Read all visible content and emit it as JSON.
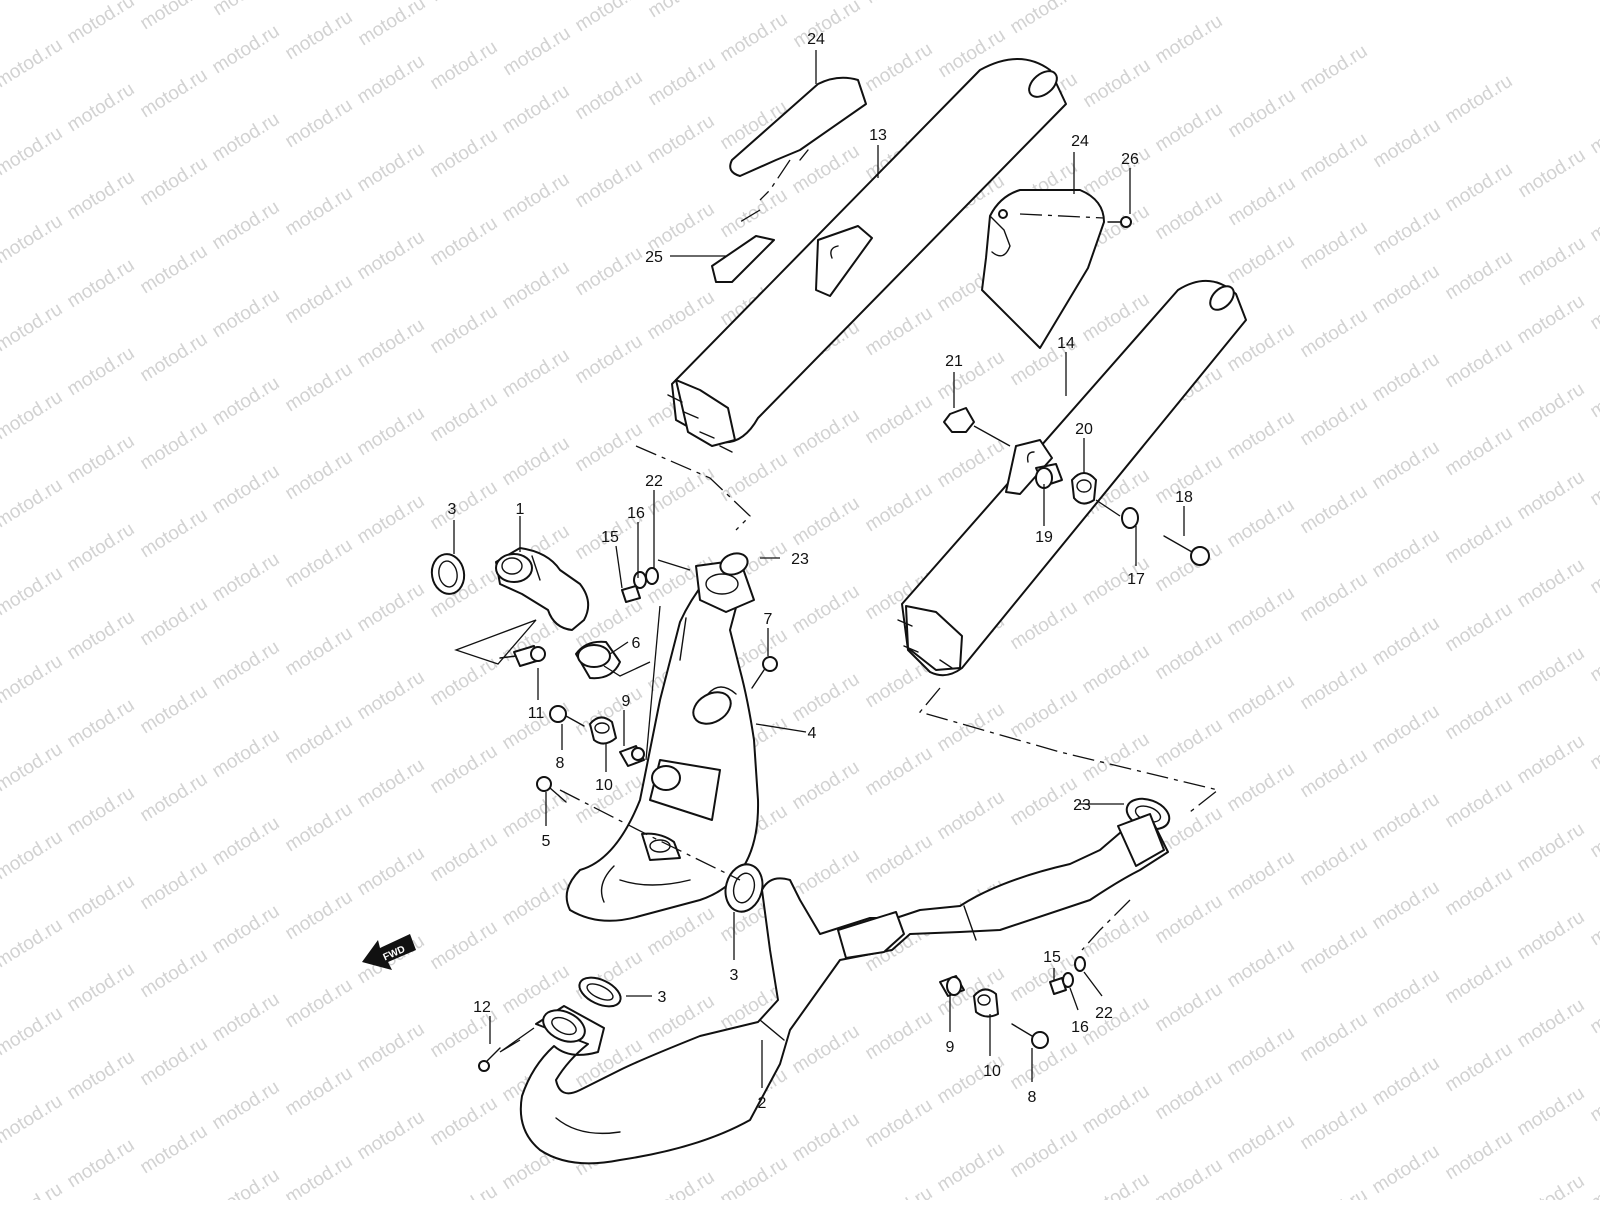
{
  "watermark": {
    "text": "motod.ru"
  },
  "fwd_label": "FWD",
  "callouts": [
    "1",
    "2",
    "3",
    "4",
    "5",
    "6",
    "7",
    "8",
    "9",
    "10",
    "11",
    "12",
    "13",
    "14",
    "15",
    "16",
    "17",
    "18",
    "19",
    "20",
    "21",
    "22",
    "23",
    "24",
    "25",
    "26"
  ]
}
